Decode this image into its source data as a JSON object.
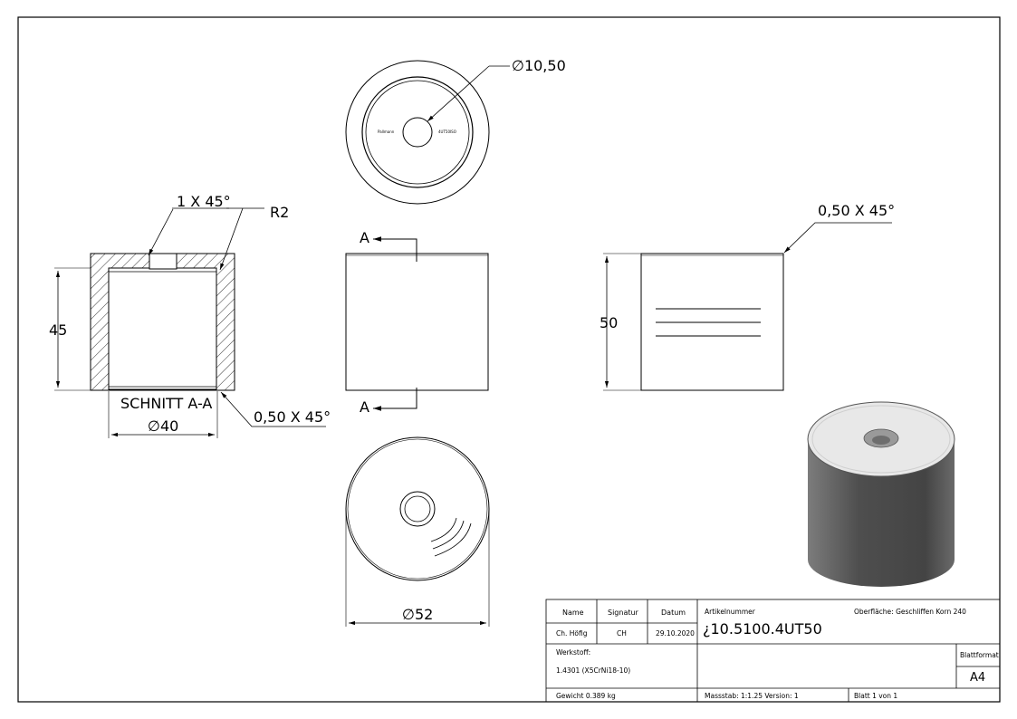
{
  "drawing": {
    "dimensions": {
      "hole_diameter": "∅10,50",
      "chamfer_top": "1 X 45°",
      "radius": "R2",
      "height_section": "45",
      "section_label": "SCHNITT A-A",
      "inner_diameter": "∅40",
      "chamfer_bottom": "0,50 X 45°",
      "chamfer_right": "0,50 X 45°",
      "height_side": "50",
      "outer_diameter": "∅52",
      "cut_marker_top": "A",
      "cut_marker_bottom": "A"
    },
    "engraving": {
      "left": "Pallmann",
      "right": "4UT50ISO"
    }
  },
  "title_block": {
    "headers": {
      "name": "Name",
      "signature": "Signatur",
      "date": "Datum"
    },
    "row": {
      "name": "Ch. Höfig",
      "signature": "CH",
      "date": "29.10.2020"
    },
    "article_label": "Artikelnummer",
    "article_number": "¿10.5100.4UT50",
    "surface": "Oberfläche:  Geschliffen Korn 240",
    "material_label": "Werkstoff:",
    "material_value": "1.4301 (X5CrNi18-10)",
    "sheet_format_label": "Blattformat",
    "sheet_format_value": "A4",
    "weight": "Gewicht 0.389 kg",
    "scale_version": "Massstab: 1:1.25   Version: 1",
    "sheet": "Blatt 1 von 1"
  }
}
